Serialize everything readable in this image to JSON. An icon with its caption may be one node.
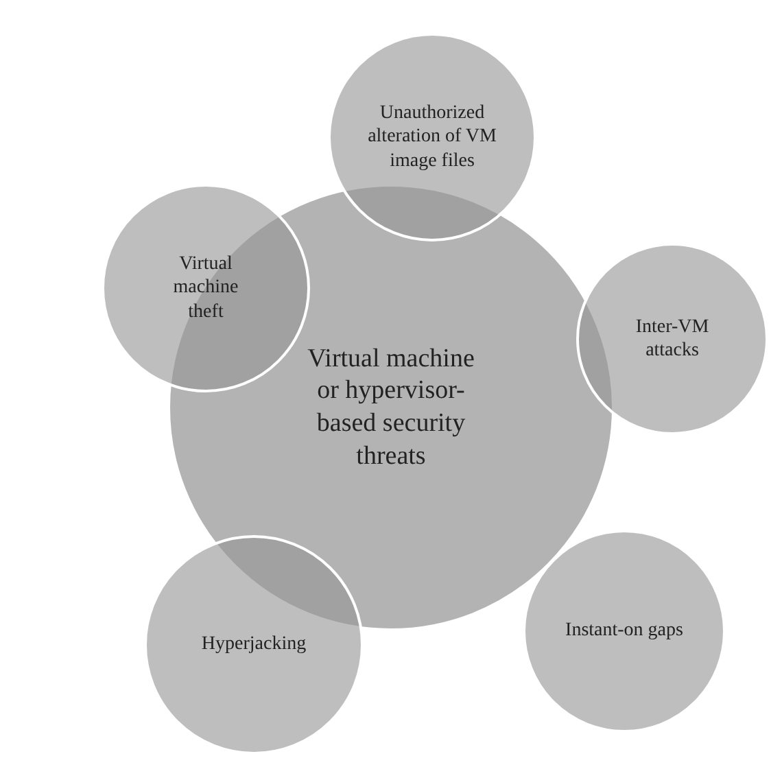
{
  "diagram": {
    "nodes": [
      {
        "text": [
          "Virtual machine or hypervisor-based security threats"
        ]
      },
      {
        "text": [
          "Unauthorized alteration of VM image files"
        ]
      },
      {
        "text": [
          "Inter-VM attacks"
        ]
      },
      {
        "text": [
          "Instant-on gaps"
        ]
      },
      {
        "text": [
          "Hyperjacking"
        ]
      },
      {
        "text": [
          "Virtual machine theft"
        ]
      }
    ]
  }
}
